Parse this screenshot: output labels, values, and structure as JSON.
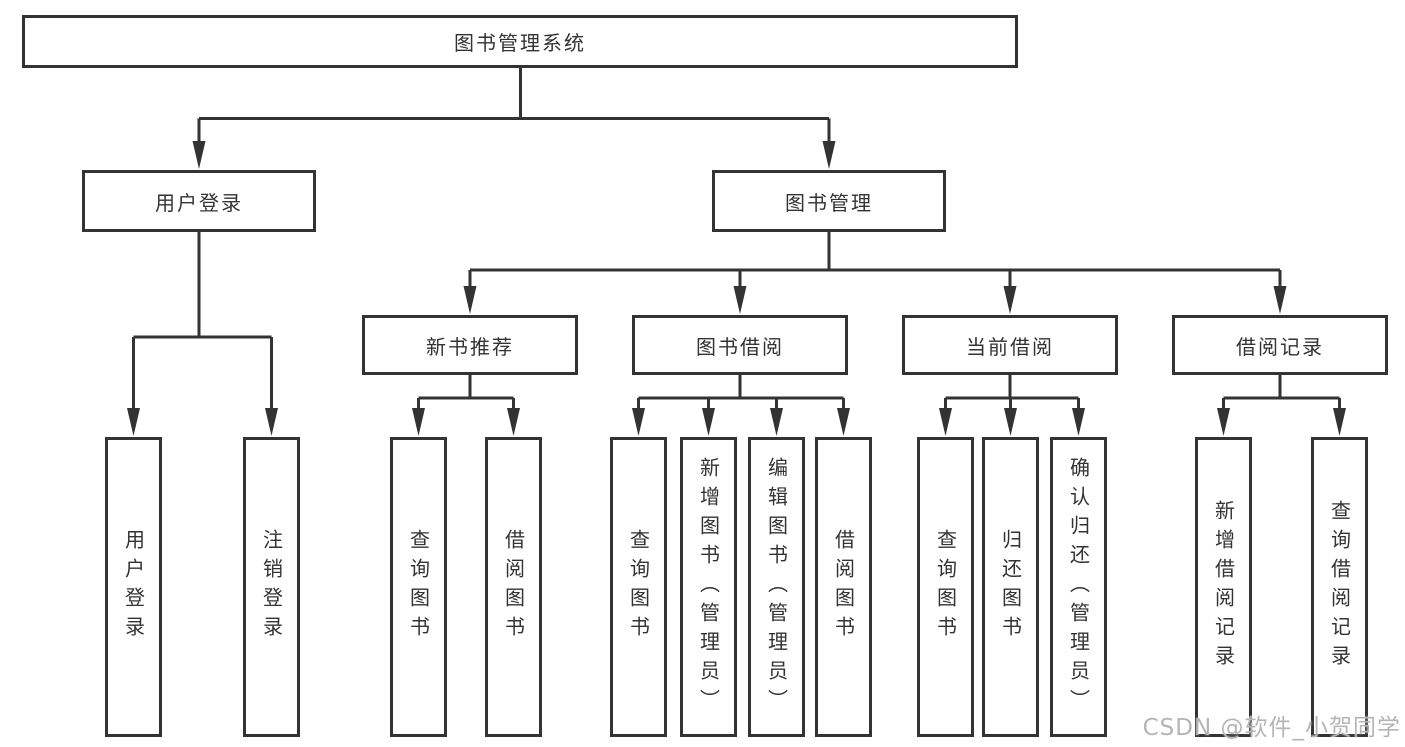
{
  "tree": {
    "root": {
      "label": "图书管理系统",
      "children": [
        {
          "label": "用户登录",
          "children": [
            {
              "label": "用户登录"
            },
            {
              "label": "注销登录"
            }
          ]
        },
        {
          "label": "图书管理",
          "children": [
            {
              "label": "新书推荐",
              "children": [
                {
                  "label": "查询图书"
                },
                {
                  "label": "借阅图书"
                }
              ]
            },
            {
              "label": "图书借阅",
              "children": [
                {
                  "label": "查询图书"
                },
                {
                  "label": "新增图书（管理员）"
                },
                {
                  "label": "编辑图书（管理员）"
                },
                {
                  "label": "借阅图书"
                }
              ]
            },
            {
              "label": "当前借阅",
              "children": [
                {
                  "label": "查询图书"
                },
                {
                  "label": "归还图书"
                },
                {
                  "label": "确认归还（管理员）"
                }
              ]
            },
            {
              "label": "借阅记录",
              "children": [
                {
                  "label": "新增借阅记录"
                },
                {
                  "label": "查询借阅记录"
                }
              ]
            }
          ]
        }
      ]
    }
  },
  "watermark": {
    "text": "CSDN @软件_小贺同学"
  },
  "colors": {
    "line": "#333333",
    "text": "#333333",
    "background": "#ffffff",
    "watermark": "#b5b5b5"
  }
}
